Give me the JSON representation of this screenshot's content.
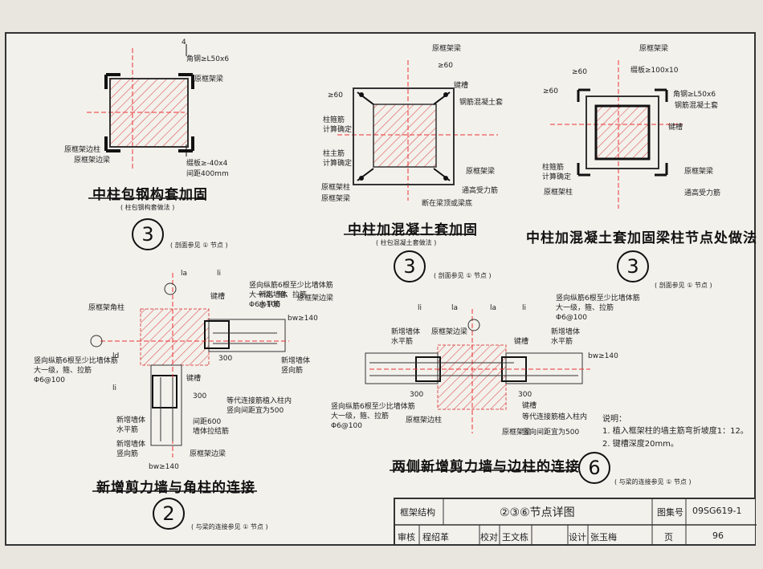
{
  "d1": {
    "title": "中柱包钢构套加固",
    "subtitle": "( 柱包钢构套做法 )",
    "ref": "( 剖面参见 ① 节点 )",
    "num": "3",
    "labels": {
      "a": "角钢≥L50x6",
      "b": "原框架梁",
      "c": "原框架边柱",
      "d": "原框架边梁",
      "e": "缀板≥-40x4",
      "f": "间距400mm",
      "g": "4"
    }
  },
  "d2": {
    "title": "中柱加混凝土套加固",
    "subtitle": "( 柱包混凝土套做法 )",
    "ref": "( 剖面参见 ① 节点 )",
    "num": "3",
    "labels": {
      "a": "原框架梁",
      "b": "≥60",
      "c": "≥60",
      "d": "键槽",
      "e": "钢筋混凝土套",
      "f": "柱箍筋",
      "g": "计算确定",
      "h": "柱主筋",
      "i": "计算确定",
      "j": "原框架柱",
      "k": "原框架梁",
      "l": "原框架梁",
      "m": "通高受力筋",
      "n": "断在梁顶或梁底"
    }
  },
  "d3": {
    "title": "中柱加混凝土套加固梁柱节点处做法",
    "ref": "( 剖面参见 ① 节点 )",
    "num": "3",
    "labels": {
      "a": "原框架梁",
      "b": "缀板≥100x10",
      "c": "≥60",
      "d": "角钢≥L50x6",
      "e": "钢筋混凝土套",
      "f": "≥60",
      "g": "键槽",
      "h": "柱箍筋",
      "i": "计算确定",
      "j": "原框架柱",
      "k": "原框架梁",
      "l": "通高受力筋"
    }
  },
  "d4": {
    "title": "新增剪力墙与角柱的连接",
    "ref": "( 与梁的连接参见 ① 节点 )",
    "num": "2",
    "labels": {
      "la": "la",
      "li": "li",
      "li2": "li",
      "ld": "ld",
      "a": "竖向纵筋6根至少比墙体筋",
      "b": "大一级，箍、拉筋",
      "c": "Φ6@100",
      "d": "原框架角柱",
      "e": "键槽",
      "f": "新增墙体",
      "g": "水平筋",
      "h": "原框架边梁",
      "i": "新增墙体",
      "j": "竖向筋",
      "k": "bw≥140",
      "l": "300",
      "m": "300",
      "n": "竖向纵筋6根至少比墙体筋",
      "o": "大一级，箍、拉筋",
      "p": "Φ6@100",
      "q": "键槽",
      "r": "等代连接筋植入柱内",
      "s": "竖向间距宜为500",
      "t": "新增墙体",
      "u": "水平筋",
      "v": "间距600",
      "w": "墙体拉结筋",
      "x": "新增墙体",
      "y": "竖向筋",
      "z": "原框架边梁",
      "aa": "bw≥140"
    }
  },
  "d5": {
    "title": "两侧新增剪力墙与边柱的连接",
    "ref": "( 与梁的连接参见 ① 节点 )",
    "num": "6",
    "labels": {
      "la1": "li",
      "la2": "la",
      "la3": "la",
      "la4": "li",
      "a": "竖向纵筋6根至少比墙体筋",
      "b": "大一级，箍、拉筋",
      "c": "Φ6@100",
      "d": "新增墙体",
      "e": "水平筋",
      "f": "原框架边梁",
      "g": "键槽",
      "h": "新增墙体",
      "i": "水平筋",
      "j": "bw≥140",
      "k": "300",
      "l": "300",
      "m": "竖向纵筋6根至少比墙体筋",
      "n": "大一级，箍、拉筋",
      "o": "Φ6@100",
      "p": "原框架边柱",
      "q": "原框架梁",
      "r": "键槽",
      "s": "等代连接筋植入柱内",
      "t": "竖向间距宜为500"
    }
  },
  "notes": {
    "heading": "说明：",
    "n1": "1. 植入框架柱的墙主筋弯折坡度1：12。",
    "n2": "2. 键槽深度20mm。"
  },
  "titleblock": {
    "category": "框架结构",
    "drawing_title": "②③⑥节点详图",
    "atlas_label": "图集号",
    "atlas_no": "09SG619-1",
    "review_label": "审核",
    "reviewer": "程绍革",
    "check_label": "校对",
    "checker": "王文栋",
    "design_label": "设计",
    "designer": "张玉梅",
    "page_label": "页",
    "page_no": "96"
  }
}
